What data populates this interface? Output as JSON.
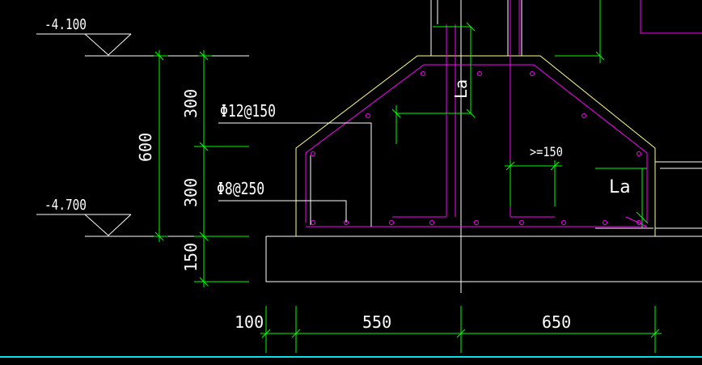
{
  "drawing": {
    "elevations": [
      "-4.100",
      "-4.700"
    ],
    "dimensions": {
      "vertical_total": "600",
      "vertical_upper": "300",
      "vertical_lower": "300",
      "vertical_bottom": "150",
      "horizontal": [
        "100",
        "550",
        "650"
      ]
    },
    "rebar_labels": {
      "top": "Φ12@150",
      "bottom": "Φ8@250"
    },
    "anchorage_labels": {
      "vertical": "La",
      "right": "La",
      "min_spacing": ">=150"
    },
    "colors": {
      "background": "#000000",
      "outline": "#ffffff",
      "outline_yellow": "#ffff80",
      "dimension": "#00ff00",
      "rebar": "#ff00ff",
      "cyan": "#00e5e5"
    }
  }
}
